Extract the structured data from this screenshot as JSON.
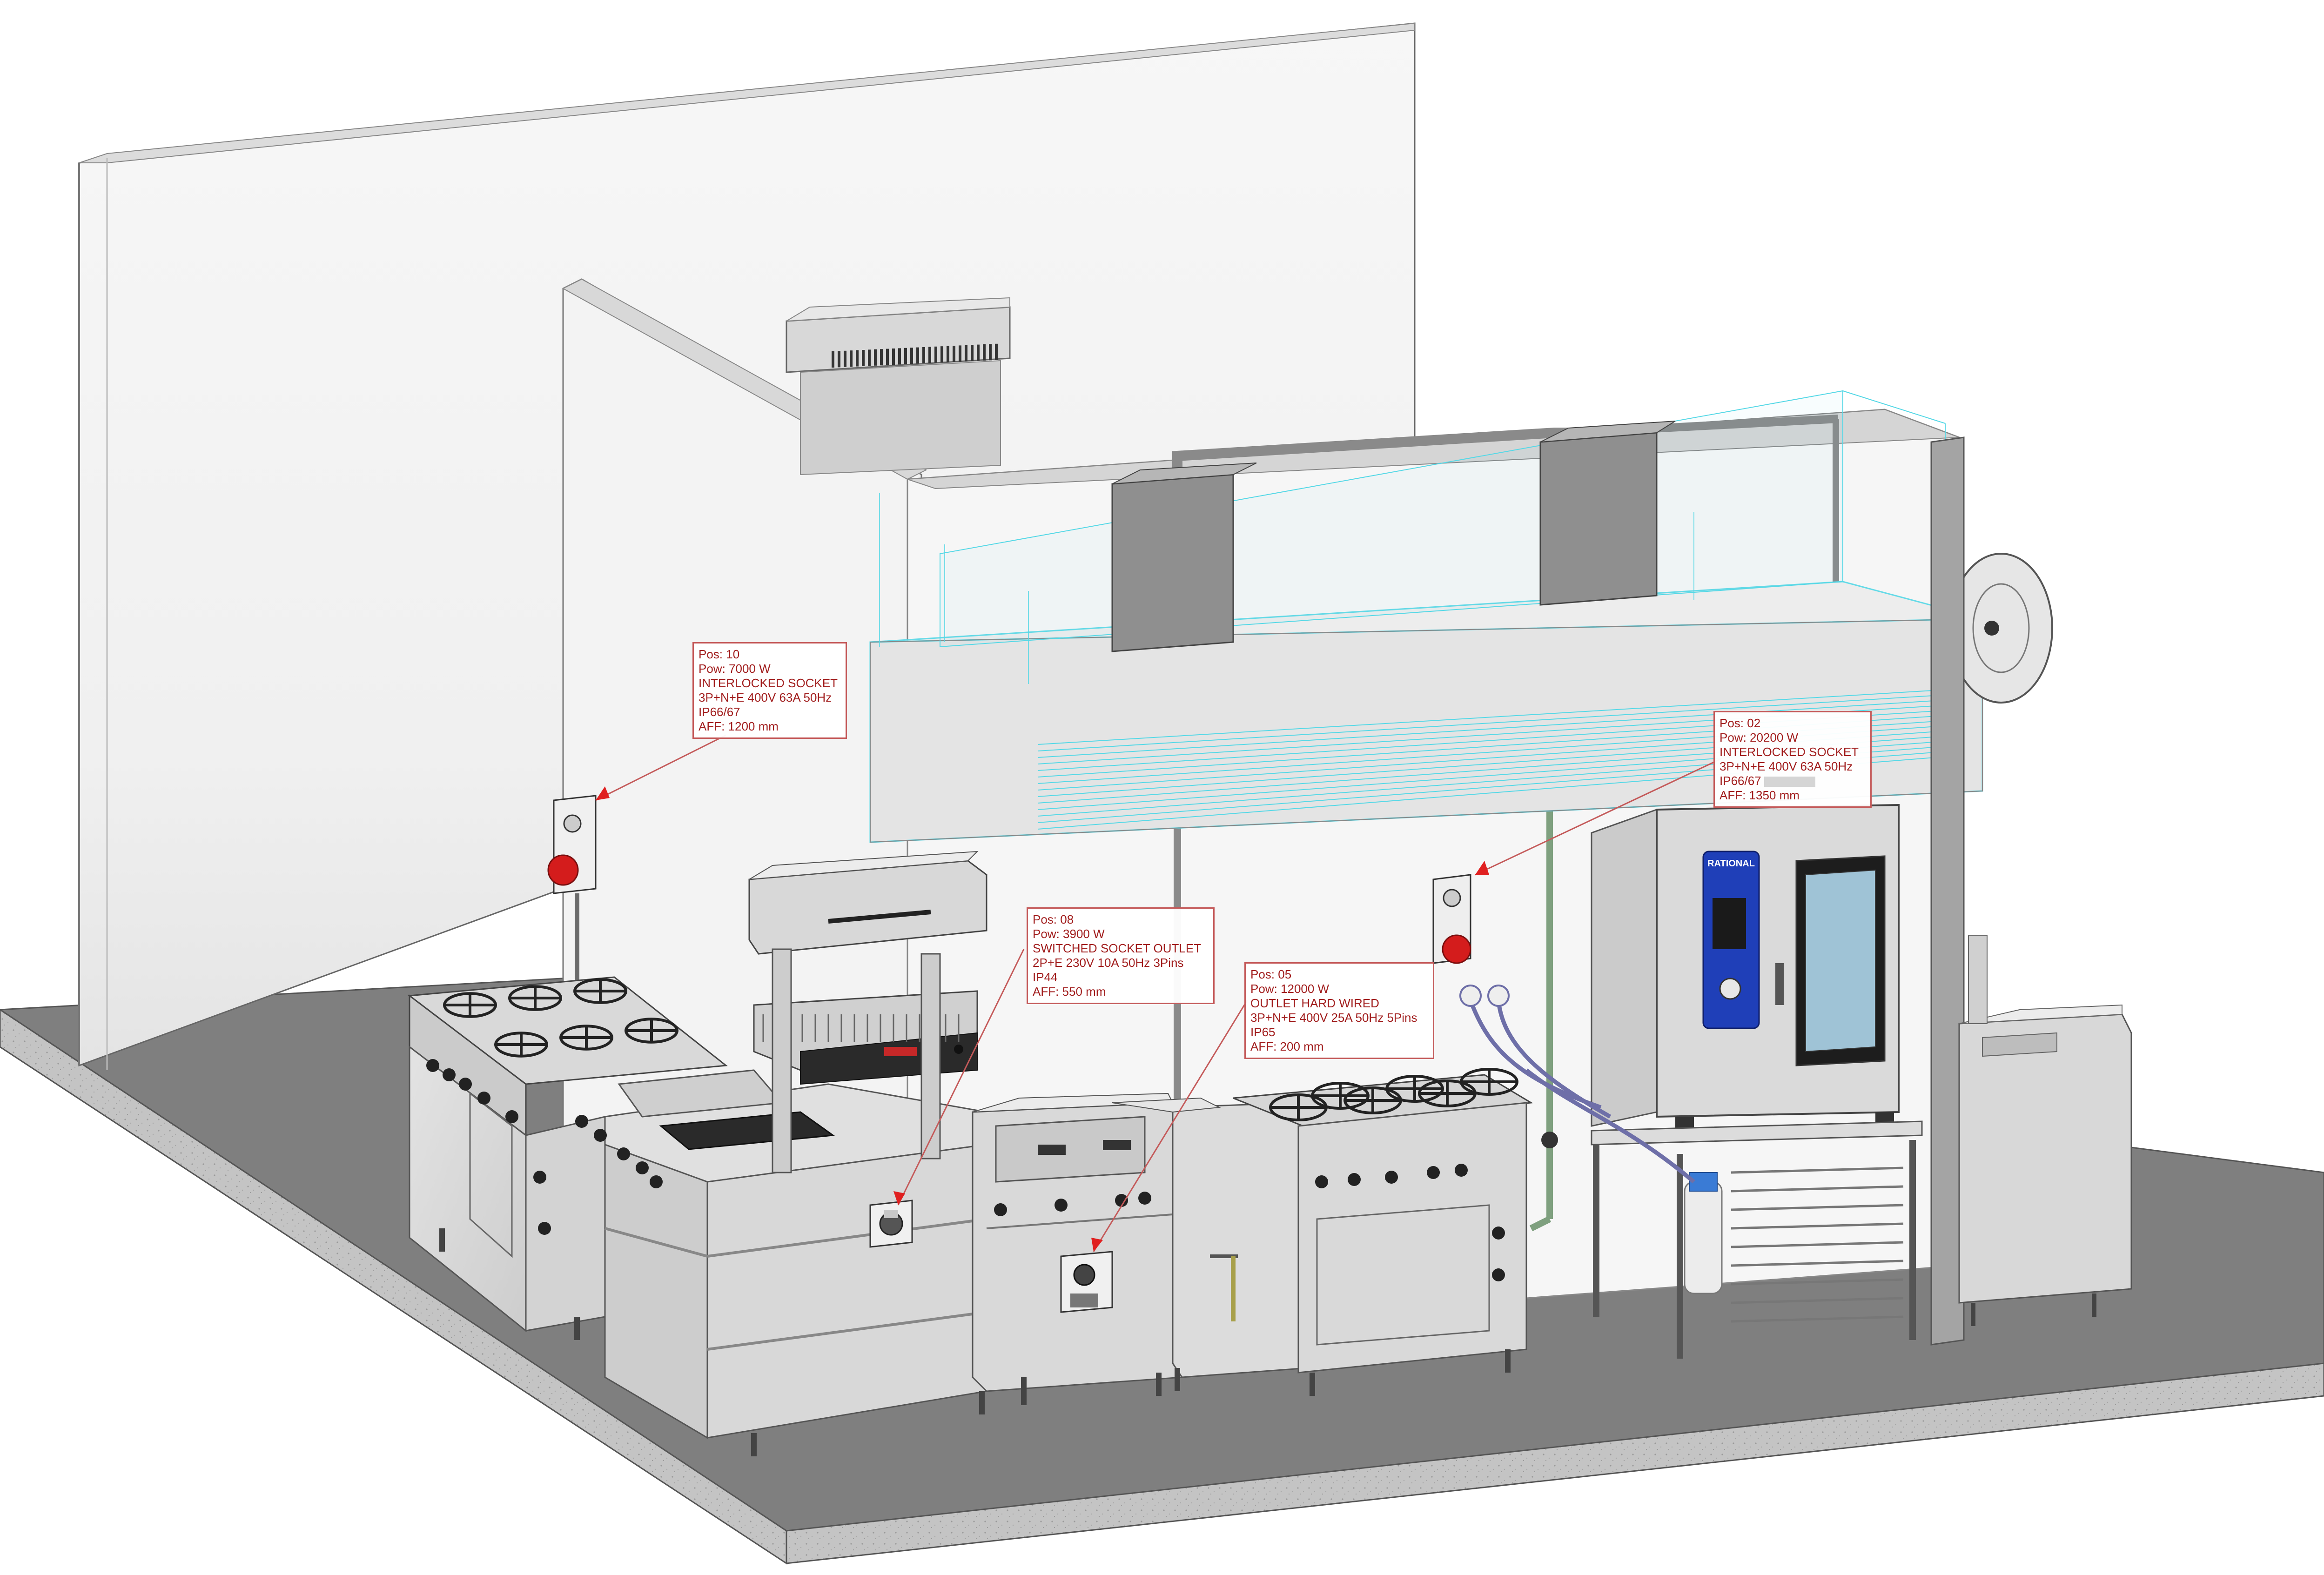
{
  "colors": {
    "label_text": "#a11d1d",
    "label_border": "#c45a5a",
    "leader_line": "#c45a5a",
    "arrow_head": "#e02020",
    "socket_red": "#d41c1c",
    "steel": "#d6d6d6",
    "steel_dark": "#a9a9a9",
    "wall": "#f4f4f4",
    "floor_top": "#7d7d7d",
    "floor_edge": "#bdbdbd",
    "hood_outline": "#56d8e6",
    "oven_panel_blue": "#1f3fb8"
  },
  "labels": [
    {
      "id": "pos-10",
      "lines": [
        "Pos: 10",
        "Pow: 7000 W",
        "INTERLOCKED SOCKET",
        "3P+N+E 400V 63A 50Hz",
        "IP66/67",
        "AFF: 1200 mm"
      ]
    },
    {
      "id": "pos-02",
      "lines": [
        "Pos: 02",
        "Pow: 20200 W",
        "INTERLOCKED SOCKET",
        "3P+N+E 400V 63A 50Hz",
        "IP66/67",
        "AFF: 1350 mm"
      ]
    },
    {
      "id": "pos-08",
      "lines": [
        "Pos: 08",
        "Pow: 3900 W",
        "SWITCHED SOCKET OUTLET",
        "2P+E 230V 10A 50Hz 3Pins",
        "IP44",
        "AFF: 550 mm"
      ]
    },
    {
      "id": "pos-05",
      "lines": [
        "Pos: 05",
        "Pow: 12000 W",
        "OUTLET HARD WIRED",
        "3P+N+E 400V 25A 50Hz 5Pins",
        "IP65",
        "AFF: 200 mm"
      ]
    }
  ],
  "equipment": {
    "combi_oven_brand": "RATIONAL"
  },
  "icons": [
    "interlocked-socket-icon",
    "switched-socket-icon",
    "hardwired-outlet-icon",
    "combi-oven-control-panel-icon"
  ]
}
